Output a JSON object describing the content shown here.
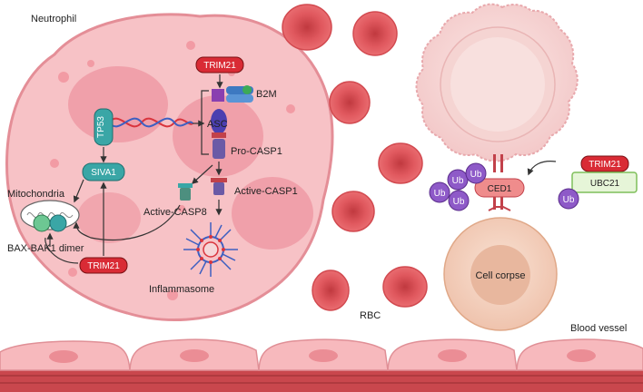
{
  "labels": {
    "neutrophil": "Neutrophil",
    "trim21_top": "TRIM21",
    "b2m": "B2M",
    "tp53": "TP53",
    "asc": "ASC",
    "pro_casp1": "Pro-CASP1",
    "mitochondria": "Mitochondria",
    "siva1": "SIVA1",
    "active_casp1": "Active-CASP1",
    "active_casp8": "Active-CASP8",
    "bax_bak1": "BAX-BAK1 dimer",
    "trim21_bottom": "TRIM21",
    "inflammasome": "Inflammasome",
    "ub": "Ub",
    "ced1": "CED1",
    "trim21_right": "TRIM21",
    "ubc21": "UBC21",
    "cell_corpse": "Cell corpse",
    "rbc": "RBC",
    "blood_vessel": "Blood vessel"
  },
  "colors": {
    "neutrophil_body": "#f7c2c6",
    "neutrophil_nucleus": "#ee9aa4",
    "rbc": "#e0585e",
    "trim21": "#d92b35",
    "teal": "#3aa6a6",
    "ub": "#8e5ac8",
    "ced1": "#ef8c8c",
    "ubc21_fill": "#e6f5d8",
    "ubc21_border": "#7fbf5a",
    "corpse": "#f6d7c6",
    "vessel_cell": "#f7b9bd",
    "vessel_base": "#c9474d"
  }
}
